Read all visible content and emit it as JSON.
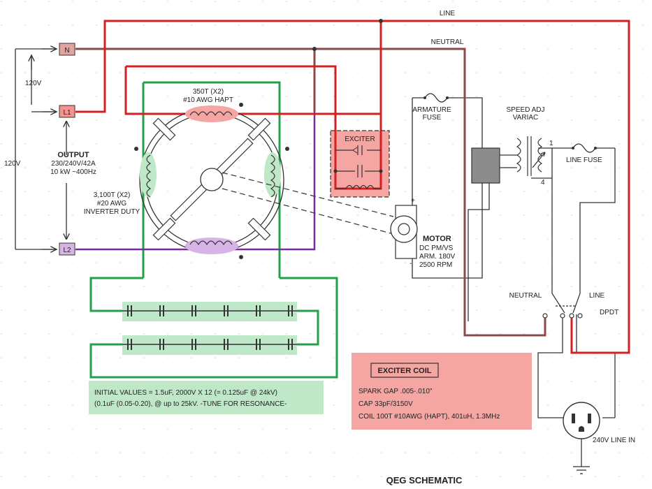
{
  "title": "QEG SCHEMATIC",
  "colors": {
    "line": "#d42020",
    "neutral": "#8e4a48",
    "green": "#23a14a",
    "purple": "#7a2a9a",
    "black": "#333333",
    "green_fill": "#bfe8c9",
    "red_fill": "#f5a6a3",
    "purple_fill": "#d7b4e6"
  },
  "terminals": {
    "n": "N",
    "l1": "L1",
    "l2": "L2"
  },
  "labels": {
    "line": "LINE",
    "neutral": "NEUTRAL",
    "v120_top": "120V",
    "v120_left": "120V",
    "output_title": "OUTPUT",
    "output_line1": "230/240V/42A",
    "output_line2": "10 kW ~400Hz",
    "coil_top_line1": "350T (X2)",
    "coil_top_line2": "#10 AWG HAPT",
    "coil_side_line1": "3,100T (X2)",
    "coil_side_line2": "#20 AWG",
    "coil_side_line3": "INVERTER DUTY",
    "exciter": "EXCITER",
    "armature_fuse_line1": "ARMATURE",
    "armature_fuse_line2": "FUSE",
    "speed_adj_line1": "SPEED ADJ",
    "speed_adj_line2": "VARIAC",
    "variac_pin1": "1",
    "variac_pin4": "4",
    "line_fuse": "LINE FUSE",
    "motor_line1": "MOTOR",
    "motor_line2": "DC PM/VS",
    "motor_line3": "ARM. 180V",
    "motor_line4": "2500 RPM",
    "motor_plus": "+",
    "motor_minus": "-",
    "sw_neutral": "NEUTRAL",
    "sw_line": "LINE",
    "dpdt": "DPDT",
    "line_in": "240V LINE IN"
  },
  "cap_note": {
    "line1": "INITIAL VALUES = 1.5uF, 2000V X 12 (= 0.125uF @ 24kV)",
    "line2": "(0.1uF (0.05-0.20), @ up to 25kV. -TUNE FOR RESONANCE-"
  },
  "exciter_note": {
    "heading": "EXCITER COIL",
    "line1": "SPARK GAP .005-.010\"",
    "line2": "CAP 33pF/3150V",
    "line3": "COIL 100T #10AWG (HAPT), 401uH, 1.3MHz"
  }
}
